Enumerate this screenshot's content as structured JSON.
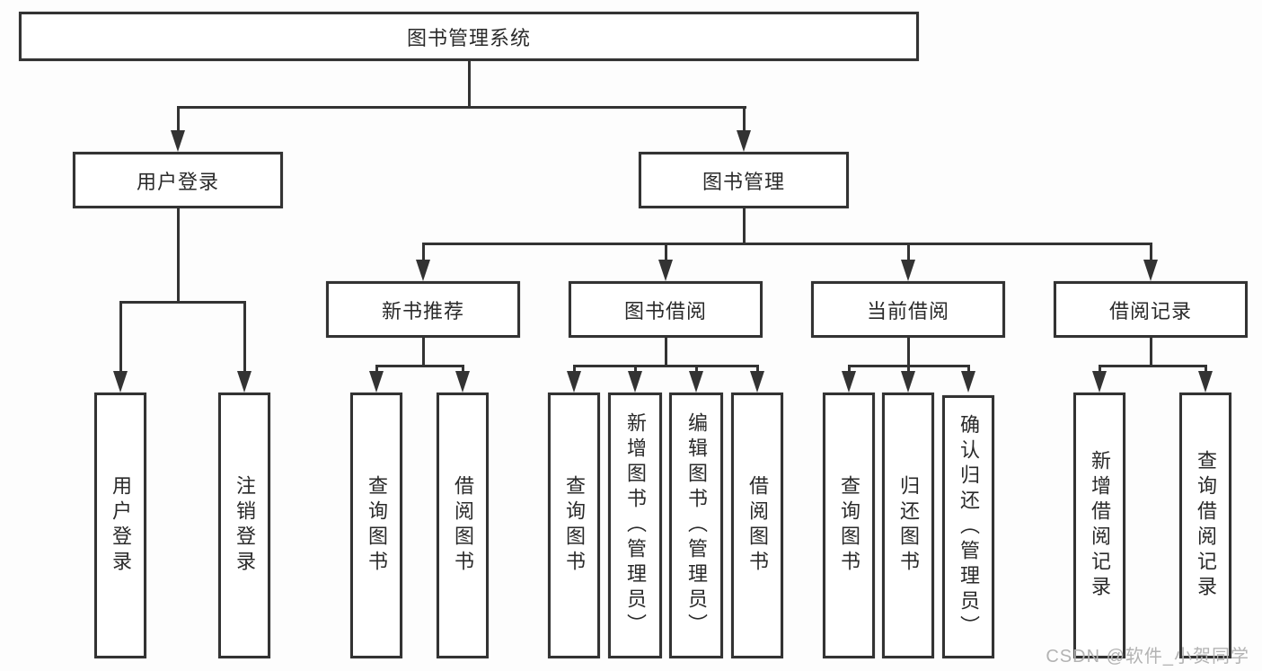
{
  "diagram_title": "图书管理系统",
  "watermark": "CSDN @软件_小贺同学",
  "colors": {
    "line": "#333333",
    "box_border": "#333333",
    "box_background": "#ffffff",
    "text": "#2a2a2a",
    "watermark": "#b3b3b3",
    "page_background": "#fdfdfd"
  },
  "tree": {
    "root": {
      "label": "图书管理系统"
    },
    "branches": [
      {
        "label": "用户登录",
        "children": [
          {
            "label": "用户登录"
          },
          {
            "label": "注销登录"
          }
        ]
      },
      {
        "label": "图书管理",
        "children": [
          {
            "label": "新书推荐",
            "children": [
              {
                "label": "查询图书"
              },
              {
                "label": "借阅图书"
              }
            ]
          },
          {
            "label": "图书借阅",
            "children": [
              {
                "label": "查询图书"
              },
              {
                "label": "新增图书（管理员）"
              },
              {
                "label": "编辑图书（管理员）"
              },
              {
                "label": "借阅图书"
              }
            ]
          },
          {
            "label": "当前借阅",
            "children": [
              {
                "label": "查询图书"
              },
              {
                "label": "归还图书"
              },
              {
                "label": "确认归还（管理员）"
              }
            ]
          },
          {
            "label": "借阅记录",
            "children": [
              {
                "label": "新增借阅记录"
              },
              {
                "label": "查询借阅记录"
              }
            ]
          }
        ]
      }
    ]
  }
}
